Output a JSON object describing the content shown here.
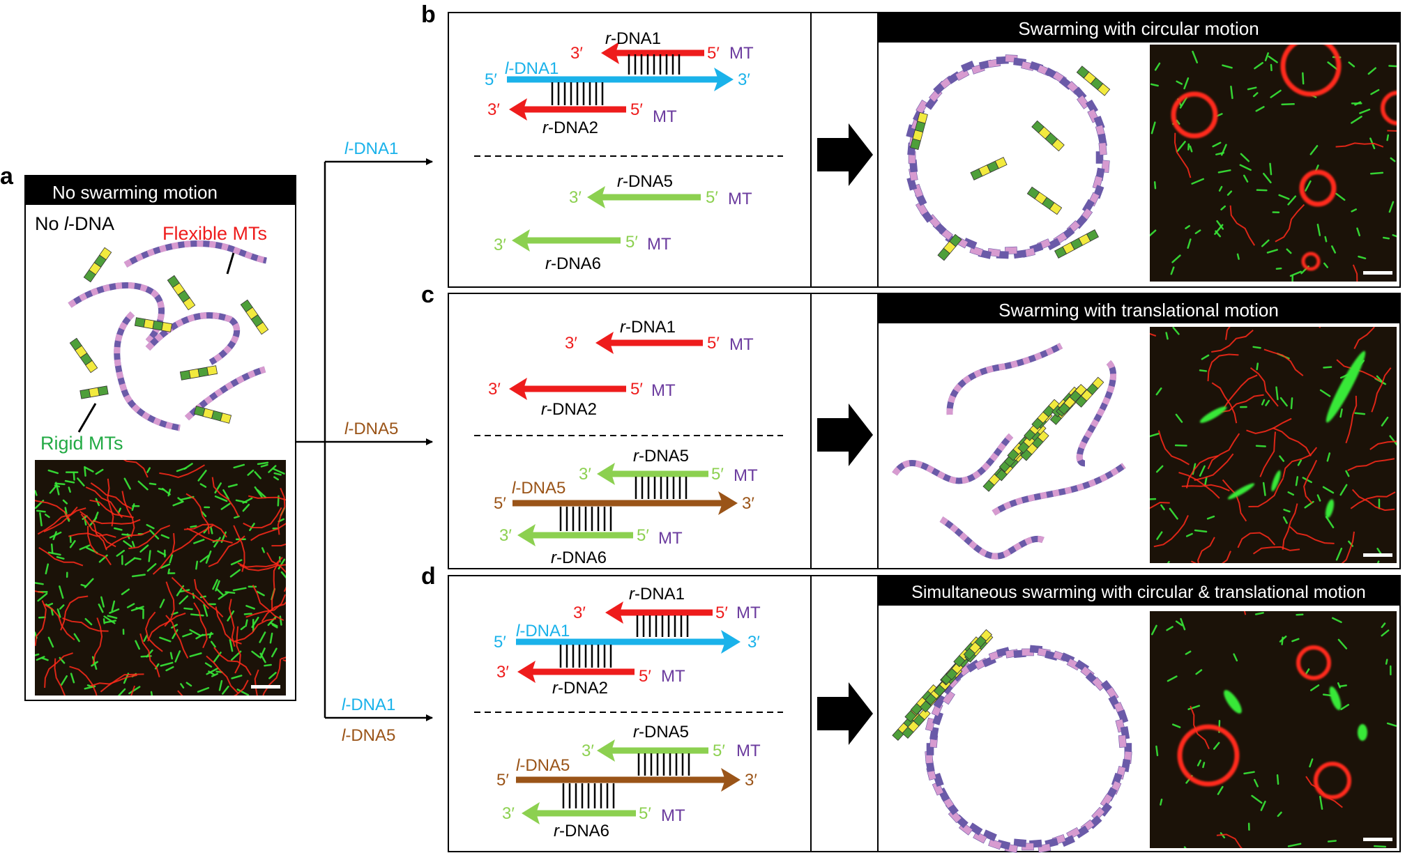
{
  "colors": {
    "red": "#ee1c1c",
    "blue": "#1ab2ea",
    "green": "#8cd050",
    "brown": "#9a5418",
    "purple": "#6b3b9e",
    "segPurpleDark": "#6a5aa8",
    "segPurpleLight": "#d79bd0",
    "segGreen": "#4e9f3a",
    "segYellow": "#f2ea3e",
    "micBg": "#1b1208",
    "micRed": "#ff2a1a",
    "micGreen": "#38e838"
  },
  "panels": {
    "a": {
      "letter": "a",
      "header": "No swarming motion",
      "no_l_prefix": "No ",
      "no_l_italic": "l",
      "no_l_suffix": "-DNA",
      "flexible_label": "Flexible MTs",
      "rigid_label": "Rigid MTs"
    },
    "b": {
      "letter": "b",
      "header": "Swarming with circular motion",
      "r1_label": "-DNA1",
      "r2_label": "-DNA2",
      "l1_label": "-DNA1",
      "r5_label": "-DNA5",
      "r6_label": "-DNA6"
    },
    "c": {
      "letter": "c",
      "header": "Swarming with translational motion",
      "r1_label": "-DNA1",
      "r2_label": "-DNA2",
      "r5_label": "-DNA5",
      "r6_label": "-DNA6",
      "l5_label": "-DNA5"
    },
    "d": {
      "letter": "d",
      "header": "Simultaneous swarming with circular & translational motion",
      "r1_label": "-DNA1",
      "r2_label": "-DNA2",
      "l1_label": "-DNA1",
      "r5_label": "-DNA5",
      "r6_label": "-DNA6",
      "l5_label": "-DNA5"
    }
  },
  "common": {
    "r_prefix": "r",
    "l_prefix": "l",
    "three_prime": "3′",
    "five_prime": "5′",
    "mt": "MT"
  },
  "branches": {
    "b_label_italic": "l",
    "b_label_text": "-DNA1",
    "c_label_italic": "l",
    "c_label_text": "-DNA5",
    "d_label1_italic": "l",
    "d_label1_text": "-DNA1",
    "d_label2_italic": "l",
    "d_label2_text": "-DNA5"
  }
}
